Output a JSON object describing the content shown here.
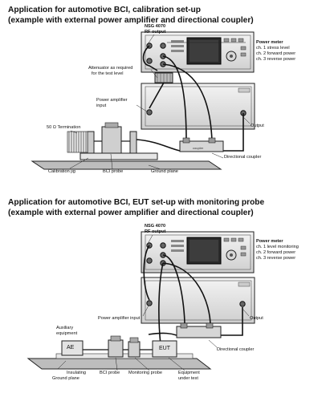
{
  "section1": {
    "title_line1": "Application for automotive BCI, calibration set-up",
    "title_line2": "(example with external power amplifier and directional coupler)",
    "nsg_line1": "NSG 4070",
    "nsg_line2": "RF output",
    "power_meter": "Power meter",
    "ch1": "ch. 1 stress level",
    "ch2": "ch. 2 forward power",
    "ch3": "ch. 3 reverse power",
    "attenuator_line1": "Attenuator as required",
    "attenuator_line2": "for the test level",
    "amp_input_line1": "Power amplifier",
    "amp_input_line2": "input",
    "output": "Output",
    "termination": "50 Ω Termination",
    "directional_coupler": "Directional coupler",
    "calibration_jig": "Calibration jig",
    "bci_probe": "BCI probe",
    "ground_plane": "Ground plane"
  },
  "section2": {
    "title_line1": "Application for automotive BCI, EUT set-up with monitoring probe",
    "title_line2": "(example with external power amplifier and directional coupler)",
    "nsg_line1": "NSG 4070",
    "nsg_line2": "RF output",
    "power_meter": "Power meter",
    "ch1": "ch. 1 level monitoring",
    "ch2": "ch. 2 forward power",
    "ch3": "ch. 3 reverse power",
    "amp_input": "Power amplifier input",
    "output": "Output",
    "directional_coupler": "Directional coupler",
    "aux_line1": "Auxiliary",
    "aux_line2": "equipment",
    "ae": "AE",
    "eut": "EUT",
    "insulating": "Insulating",
    "ground_plane": "Ground plane",
    "bci_probe": "BCI probe",
    "monitoring_probe": "Monitoring probe",
    "eut_line1": "Equipment",
    "eut_line2": "under test"
  }
}
